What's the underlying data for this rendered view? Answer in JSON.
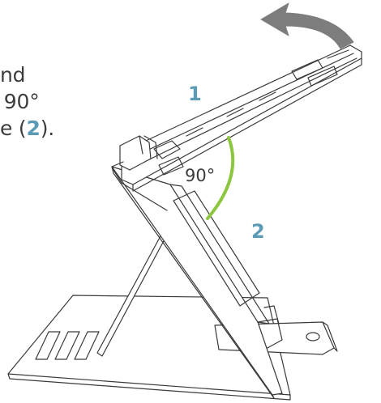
{
  "instruction": {
    "line1": "nd",
    "line2": "90°",
    "line3_prefix": "e (",
    "line3_ref": "2",
    "line3_suffix": ")."
  },
  "labels": {
    "step_1": "1",
    "step_2": "2",
    "angle": "90°"
  },
  "colors": {
    "reference_blue": "#5b9bb5",
    "angle_arc_green": "#8cc63f",
    "line_art": "#3a3a3a",
    "rotation_arrow": "#7d7d7d"
  },
  "icons": {
    "rotation_arrow": "curved-arrow-icon"
  }
}
